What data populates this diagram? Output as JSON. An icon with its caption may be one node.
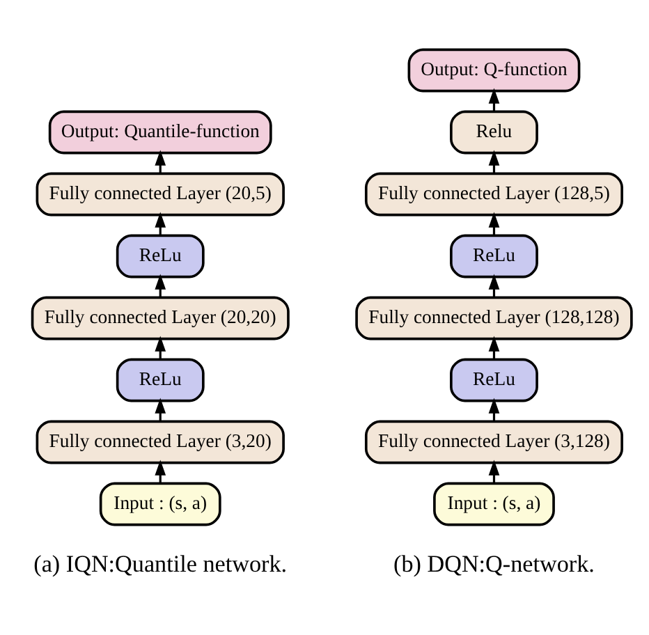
{
  "diagram": {
    "nodes": [
      {
        "text": [
          "Output: Quantile-function"
        ]
      },
      {
        "text": [
          "Fully connected Layer (20,5)"
        ]
      },
      {
        "text": [
          "ReLu"
        ]
      },
      {
        "text": [
          "Fully connected Layer (20,20)"
        ]
      },
      {
        "text": [
          "ReLu"
        ]
      },
      {
        "text": [
          "Fully connected Layer (3,20)"
        ]
      },
      {
        "text": [
          "Input : (s, a)"
        ]
      },
      {
        "text": [
          "Output: Q-function"
        ]
      },
      {
        "text": [
          "Relu"
        ]
      },
      {
        "text": [
          "Fully connected Layer (128,5)"
        ]
      },
      {
        "text": [
          "ReLu"
        ]
      },
      {
        "text": [
          "Fully connected Layer (128,128)"
        ]
      },
      {
        "text": [
          "ReLu"
        ]
      },
      {
        "text": [
          "Fully connected Layer (3,128)"
        ]
      },
      {
        "text": [
          "Input : (s, a)"
        ]
      }
    ],
    "edges": [
      {
        "from": 6,
        "to": 5,
        "arrow": "to"
      },
      {
        "from": 5,
        "to": 4,
        "arrow": "to"
      },
      {
        "from": 4,
        "to": 3,
        "arrow": "to"
      },
      {
        "from": 3,
        "to": 2,
        "arrow": "to"
      },
      {
        "from": 2,
        "to": 1,
        "arrow": "to"
      },
      {
        "from": 1,
        "to": 0,
        "arrow": "to"
      },
      {
        "from": 14,
        "to": 13,
        "arrow": "to"
      },
      {
        "from": 13,
        "to": 12,
        "arrow": "to"
      },
      {
        "from": 12,
        "to": 11,
        "arrow": "to"
      },
      {
        "from": 11,
        "to": 10,
        "arrow": "to"
      },
      {
        "from": 10,
        "to": 9,
        "arrow": "to"
      },
      {
        "from": 9,
        "to": 8,
        "arrow": "to"
      },
      {
        "from": 8,
        "to": 7,
        "arrow": "to"
      }
    ],
    "labels": [
      "(a) IQN:Quantile network.",
      "(b) DQN:Q-network."
    ]
  }
}
